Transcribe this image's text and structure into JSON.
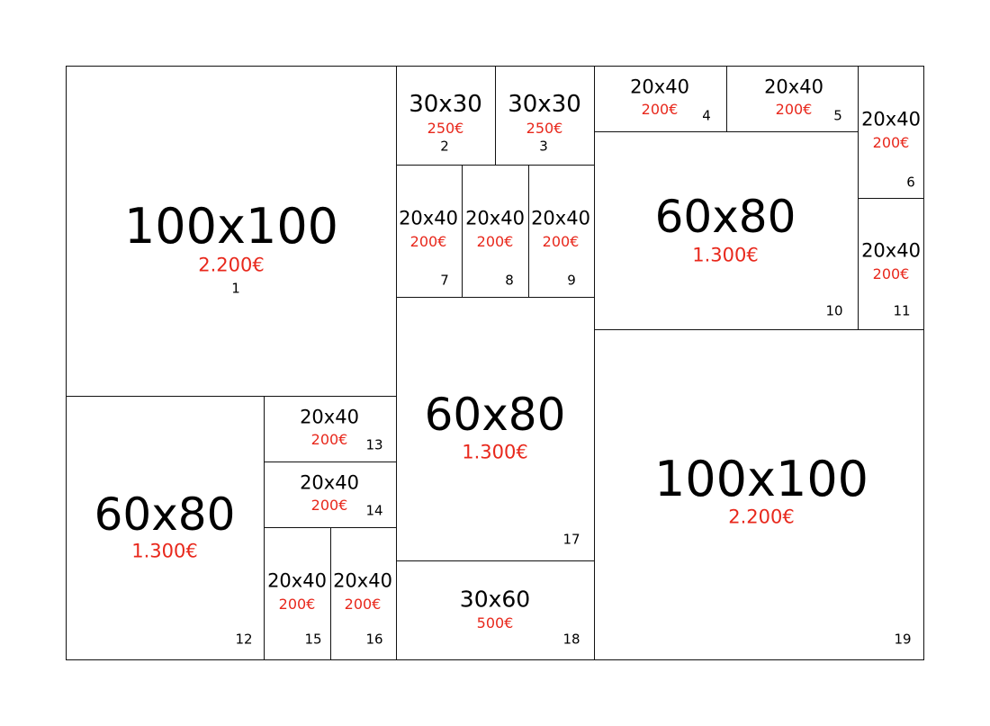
{
  "colors": {
    "price": "#e8281c",
    "line": "#111111"
  },
  "frames": [
    {
      "id": "1",
      "size": "100x100",
      "price": "2.200€"
    },
    {
      "id": "2",
      "size": "30x30",
      "price": "250€"
    },
    {
      "id": "3",
      "size": "30x30",
      "price": "250€"
    },
    {
      "id": "4",
      "size": "20x40",
      "price": "200€"
    },
    {
      "id": "5",
      "size": "20x40",
      "price": "200€"
    },
    {
      "id": "6",
      "size": "20x40",
      "price": "200€"
    },
    {
      "id": "7",
      "size": "20x40",
      "price": "200€"
    },
    {
      "id": "8",
      "size": "20x40",
      "price": "200€"
    },
    {
      "id": "9",
      "size": "20x40",
      "price": "200€"
    },
    {
      "id": "10",
      "size": "60x80",
      "price": "1.300€"
    },
    {
      "id": "11",
      "size": "20x40",
      "price": "200€"
    },
    {
      "id": "12",
      "size": "60x80",
      "price": "1.300€"
    },
    {
      "id": "13",
      "size": "20x40",
      "price": "200€"
    },
    {
      "id": "14",
      "size": "20x40",
      "price": "200€"
    },
    {
      "id": "15",
      "size": "20x40",
      "price": "200€"
    },
    {
      "id": "16",
      "size": "20x40",
      "price": "200€"
    },
    {
      "id": "17",
      "size": "60x80",
      "price": "1.300€"
    },
    {
      "id": "18",
      "size": "30x60",
      "price": "500€"
    },
    {
      "id": "19",
      "size": "100x100",
      "price": "2.200€"
    }
  ]
}
